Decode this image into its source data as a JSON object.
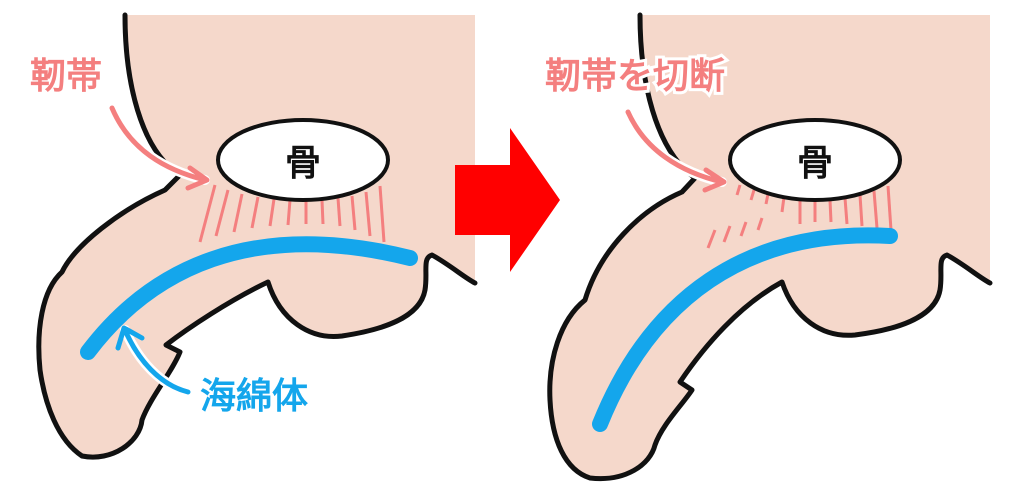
{
  "colors": {
    "skin": "#f5d8cb",
    "outline": "#111111",
    "ligament": "#f47f7f",
    "corpus": "#14a6ec",
    "arrow": "#ff0000"
  },
  "before": {
    "ligament_label": "靭帯",
    "bone_label": "骨",
    "corpus_label": "海綿体"
  },
  "after": {
    "ligament_label": "靭帯を切断",
    "bone_label": "骨"
  }
}
